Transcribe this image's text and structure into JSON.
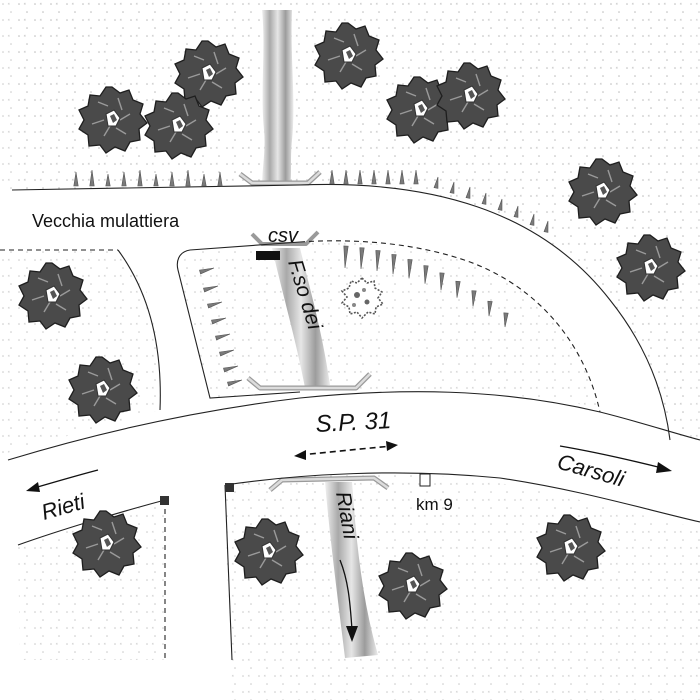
{
  "labels": {
    "vecchia_mulattiera": "Vecchia mulattiera",
    "csv": "csv",
    "fosso": "F.so dei",
    "riani": "Riani",
    "sp31": "S.P. 31",
    "rieti": "Rieti",
    "carsoli": "Carsoli",
    "km": "km 9"
  },
  "colors": {
    "background": "#ffffff",
    "ground_dots": "#c9c9c9",
    "tree_fill": "#4a4a4a",
    "tree_stroke": "#222222",
    "stream_light": "#e8e8e8",
    "stream_dark": "#a8a8a8",
    "culvert": "#bdbdbd",
    "road_edge": "#222222",
    "spike": "#777777"
  },
  "icons": {
    "tree": "tree-canopy-icon",
    "bush": "bush-icon",
    "arrow": "direction-arrow-icon",
    "marker": "survey-marker-icon"
  }
}
